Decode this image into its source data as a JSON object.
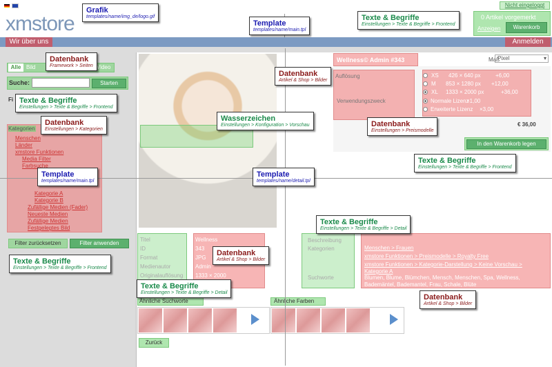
{
  "header": {
    "logo": "xmstore",
    "login_status": "Nicht eingeloggt",
    "cart_count": "0 Artikel vorgemerkt",
    "view_link": "Anzeigen",
    "cart_button": "Warenkorb"
  },
  "nav": {
    "about": "Wir über uns",
    "login": "Anmelden"
  },
  "sidebar": {
    "tabs": [
      "Alle",
      "Bild",
      "Video"
    ],
    "search_label": "Suche:",
    "search_value": "",
    "search_button": "Starten",
    "categories_title": "Kategorien",
    "categories": [
      "Menschen",
      "Länder",
      "xmstore Funktionen",
      "Media Filter",
      "Farbsuche",
      "Kategorie A",
      "Kategorie B",
      "Zufällige Medien (Fader)",
      "Neueste Medien",
      "Zufällige Medien",
      "Festgelegtes Bild"
    ],
    "reset_button": "Filter zurücksetzen",
    "apply_button": "Filter anwenden"
  },
  "detail": {
    "title": "Wellness",
    "admin": "© Admin #343",
    "size_label": "Maß",
    "size_select": "Pixel",
    "res_label": "Auflösung",
    "use_label": "Verwendungszweck",
    "sizes": [
      {
        "n": "XS",
        "d": "426 × 640 px",
        "p": "+6,00"
      },
      {
        "n": "M",
        "d": "853 × 1280 px",
        "p": "+12,00"
      },
      {
        "n": "XL",
        "d": "1333 × 2000 px",
        "p": "+36,00"
      }
    ],
    "licenses": [
      {
        "n": "Normale Lizenz",
        "p": "×1,00"
      },
      {
        "n": "Erweiterte Lizenz",
        "p": "×3,00"
      }
    ],
    "price": "€ 36,00",
    "add_to_cart": "In den Warenkorb legen"
  },
  "meta": {
    "labels": [
      "Titel",
      "ID",
      "Format",
      "Medienautor",
      "Originalauflösung"
    ],
    "values": [
      "Wellness",
      "343",
      "JPG",
      "Admin",
      "1333 × 2000"
    ],
    "desc_label": "Beschreibung",
    "cats_label": "Kategorien",
    "keywords_label": "Suchworte",
    "cat_lines": [
      "Menschen > Frauen",
      "xmstore Funktionen > Preismodelle > Royalty Free",
      "xmstore Funktionen > Kategorie-Darstellung > Keine Vorschau > Kategorie A"
    ],
    "keywords": "Blumen, Blume, Blümchen, Mensch, Menschen, Spa, Wellness, Bademäntel, Bademantel, Frau, Schale, Blüte",
    "similar_keywords": "Ähnliche Suchworte",
    "similar_colors": "Ähnliche Farben",
    "back": "Zurück"
  },
  "callouts": [
    {
      "t": "Grafik",
      "s": "templates/name/img_de/logo.gif"
    },
    {
      "t": "Template",
      "s": "templates/name/main.tpl"
    },
    {
      "t": "Texte & Begriffe",
      "s": "Einstellungen > Texte & Begriffe > Frontend"
    },
    {
      "t": "Datenbank",
      "s": "Framework > Seiten"
    },
    {
      "t": "Datenbank",
      "s": "Artikel & Shop > Bilder"
    },
    {
      "t": "Texte & Begriffe",
      "s": "Einstellungen > Texte & Begriffe > Frontend"
    },
    {
      "t": "Datenbank",
      "s": "Einstellungen > Kategorien"
    },
    {
      "t": "Wasserzeichen",
      "s": "Einstellungen > Konfiguration > Vorschau"
    },
    {
      "t": "Datenbank",
      "s": "Einstellungen > Preismodelle"
    },
    {
      "t": "Texte & Begriffe",
      "s": "Einstellungen > Texte & Begriffe > Frontend"
    },
    {
      "t": "Template",
      "s": "templates/name/main.tpl"
    },
    {
      "t": "Template",
      "s": "templates/name/detail.tpl"
    },
    {
      "t": "Texte & Begriffe",
      "s": "Einstellungen > Texte & Begriffe > Detail"
    },
    {
      "t": "Datenbank",
      "s": "Artikel & Shop > Bilder"
    },
    {
      "t": "Texte & Begriffe",
      "s": "Einstellungen > Texte & Begriffe > Frontend"
    },
    {
      "t": "Texte & Begriffe",
      "s": "Einstellungen > Texte & Begriffe > Detail"
    },
    {
      "t": "Datenbank",
      "s": "Artikel & Shop > Bilder"
    }
  ]
}
